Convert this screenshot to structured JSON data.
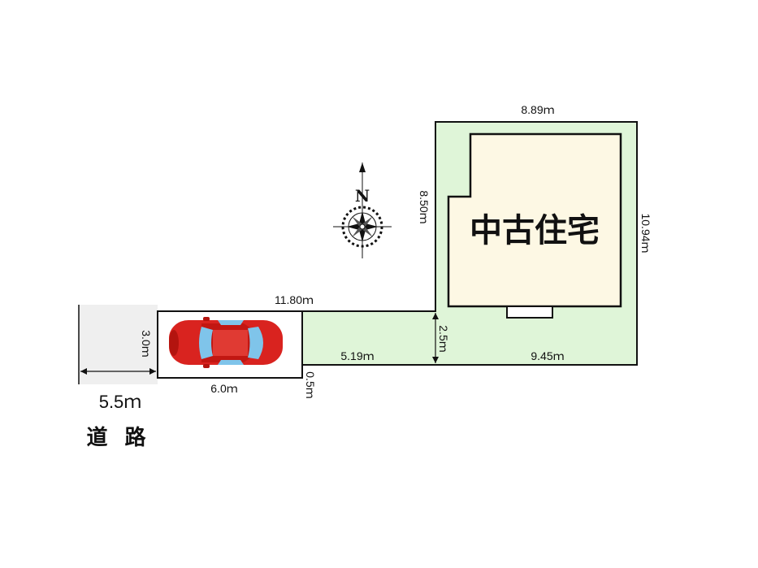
{
  "plan": {
    "house_label": "中古住宅",
    "road_label": "道 路",
    "road_width": "5.5ｍ",
    "north_label": "N",
    "colors": {
      "lot": "#dff5d8",
      "house": "#fdf8e4",
      "road": "#efefef",
      "outline": "#111111",
      "car_body": "#d9231f",
      "car_glass": "#7fc4ea"
    },
    "dims": {
      "top": "8.89ｍ",
      "left_upper": "8.50ｍ",
      "right": "10.94ｍ",
      "strip_top": "11.80ｍ",
      "strip_height": "2.5ｍ",
      "parking_depth": "3.0ｍ",
      "parking_width": "6.0ｍ",
      "strip_bottom": "5.19ｍ",
      "lot_bottom": "9.45ｍ",
      "step": "0.5ｍ"
    }
  }
}
